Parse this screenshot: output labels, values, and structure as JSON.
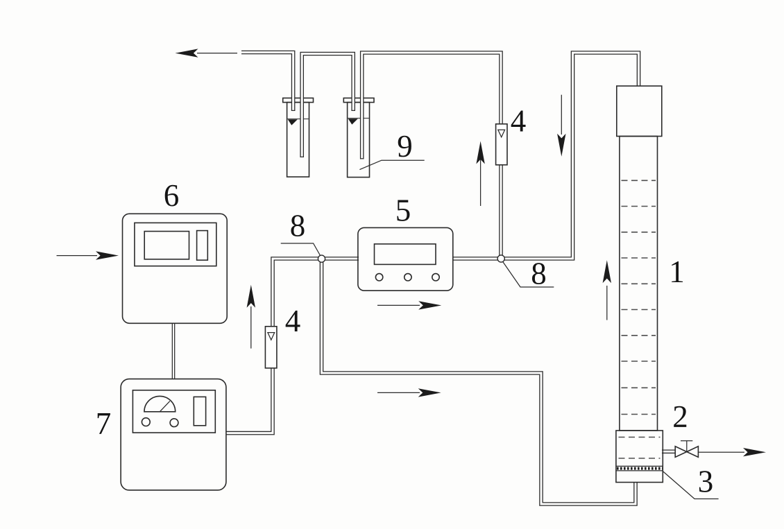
{
  "colors": {
    "ink": "#2b2b2b",
    "text": "#141414",
    "arrow": "#1c1c1c",
    "background": "#fdfdfc"
  },
  "labels": [
    {
      "part": "packed-column",
      "text": "1"
    },
    {
      "part": "drain-valve",
      "text": "2"
    },
    {
      "part": "porous-plate",
      "text": "3"
    },
    {
      "part": "flowmeter-left",
      "text": "4"
    },
    {
      "part": "flowmeter-top",
      "text": "4"
    },
    {
      "part": "controller-unit",
      "text": "5"
    },
    {
      "part": "instrument-upper",
      "text": "6"
    },
    {
      "part": "instrument-lower",
      "text": "7"
    },
    {
      "part": "junction-left",
      "text": "8"
    },
    {
      "part": "junction-right",
      "text": "8"
    },
    {
      "part": "absorption-tubes",
      "text": "9"
    }
  ]
}
